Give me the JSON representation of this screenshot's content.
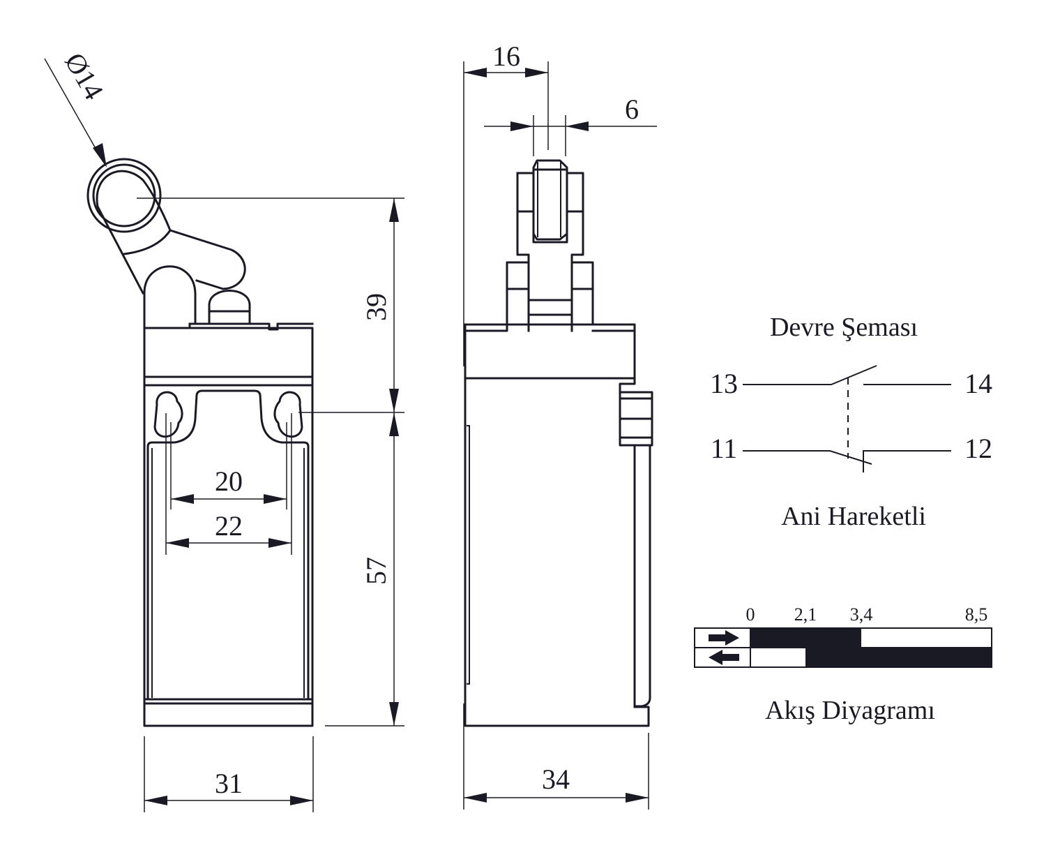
{
  "colors": {
    "ink": "#1a1a24",
    "paper": "#ffffff"
  },
  "front_view": {
    "dimensions": {
      "roller_diameter": "Ø14",
      "height_top": "39",
      "height_body": "57",
      "hole_spacing_inner": "20",
      "hole_spacing_outer": "22",
      "width": "31"
    }
  },
  "side_view": {
    "dimensions": {
      "roller_offset": "16",
      "roller_width": "6",
      "depth": "34"
    }
  },
  "circuit": {
    "title": "Devre Şeması",
    "subtitle": "Ani Hareketli",
    "terminals": {
      "no_in": "13",
      "no_out": "14",
      "nc_in": "11",
      "nc_out": "12"
    }
  },
  "flow_diagram": {
    "title": "Akış Diyagramı",
    "scale_labels": [
      "0",
      "2,1",
      "3,4",
      "8,5"
    ],
    "rows": [
      {
        "direction": "forward",
        "icon": "arrow-right-icon",
        "closed_from": 0,
        "closed_to": 3.4
      },
      {
        "direction": "return",
        "icon": "arrow-left-icon",
        "closed_from": 2.1,
        "closed_to": 8.5
      }
    ],
    "scale_max": 8.5
  }
}
